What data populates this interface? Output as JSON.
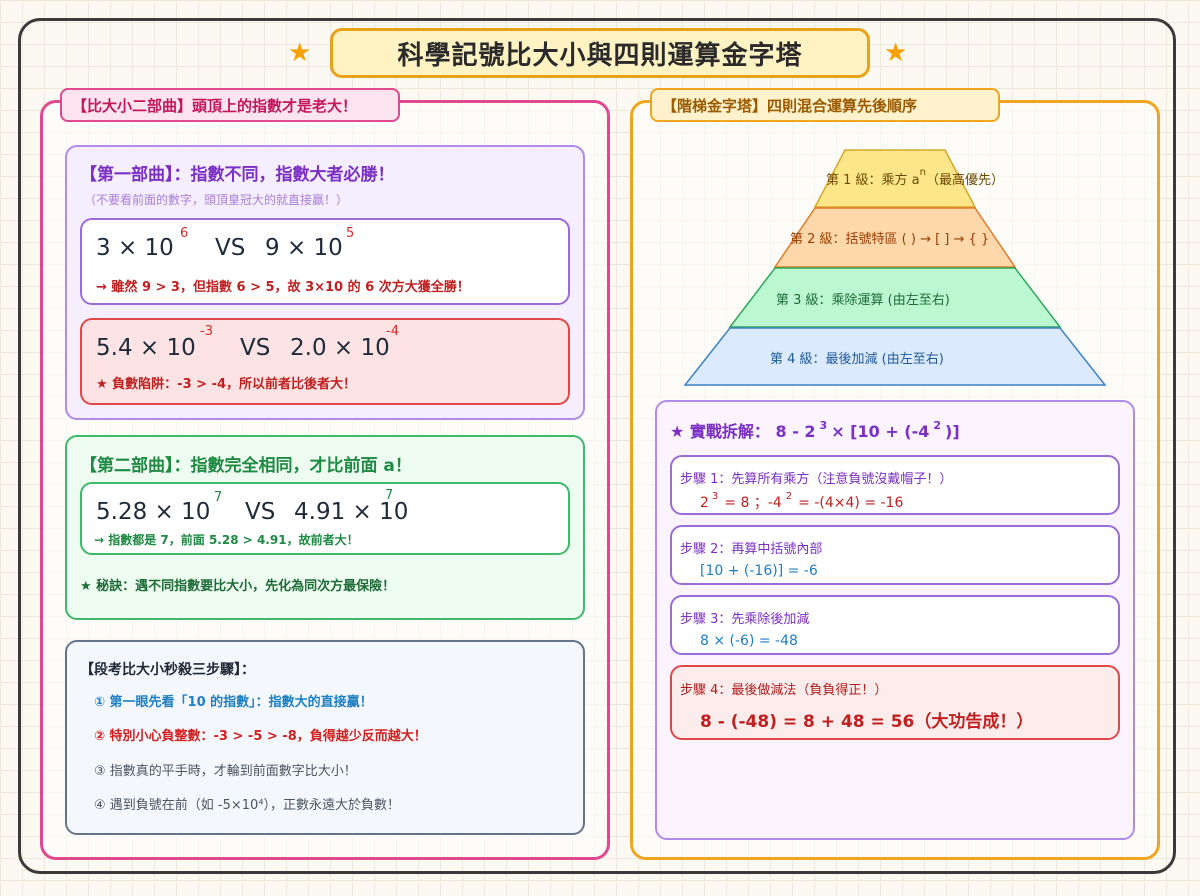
{
  "title": "科學記號比大小與四則運算金字塔",
  "left": {
    "tag": "【比大小二部曲】頭頂上的指數才是老大！",
    "part1": {
      "heading": "【第一部曲】：指數不同，指數大者必勝！",
      "note": "（不要看前面的數字，頭頂皇冠大的就直接贏！）",
      "ex1": {
        "a": "3 × 10",
        "a_exp": "6",
        "vs": "VS",
        "b": "9 × 10",
        "b_exp": "5",
        "explain": "→ 雖然 9 > 3，但指數 6 > 5，故 3×10 的 6 次方大獲全勝！"
      },
      "ex2": {
        "a": "5.4 × 10",
        "a_exp": "-3",
        "vs": "VS",
        "b": "2.0 × 10",
        "b_exp": "-4",
        "explain": "★ 負數陷阱：-3 > -4，所以前者比後者大！"
      }
    },
    "part2": {
      "heading": "【第二部曲】：指數完全相同，才比前面 a！",
      "ex": {
        "a": "5.28 × 10",
        "a_exp": "7",
        "vs": "VS",
        "b": "4.91 × 10",
        "b_exp": "7",
        "explain": "→ 指數都是 7，前面 5.28 > 4.91，故前者大！"
      },
      "tip": "★ 秘訣：遇不同指數要比大小，先化為同次方最保險！"
    },
    "steps": {
      "heading": "【段考比大小秒殺三步驟】：",
      "items": [
        "① 第一眼先看「10 的指數」：指數大的直接贏！",
        "② 特別小心負整數：-3 > -5 > -8，負得越少反而越大！",
        "③ 指數真的平手時，才輪到前面數字比大小！",
        "④ 遇到負號在前（如 -5×10⁴），正數永遠大於負數！"
      ]
    }
  },
  "right": {
    "tag": "【階梯金字塔】四則混合運算先後順序",
    "pyramid": [
      {
        "label": "第 1 級：乘方 a",
        "sup": "n",
        "suffix": "（最高優先）",
        "color": "#fde68a"
      },
      {
        "label": "第 2 級：括號特區 ( ) → [ ] → { }",
        "color": "#fed7aa"
      },
      {
        "label": "第 3 級：乘除運算 (由左至右)",
        "color": "#bbf7d0"
      },
      {
        "label": "第 4 級：最後加減 (由左至右)",
        "color": "#bfdbfe"
      }
    ],
    "practice": {
      "title_pre": "★ 實戰拆解：",
      "expr_a": "8 - 2",
      "expr_a_exp": "3",
      "expr_b": "× [10 + (-4",
      "expr_b_exp": "2",
      "expr_c": ")]",
      "steps": [
        {
          "title": "步驟 1：先算所有乘方（注意負號沒戴帽子！）",
          "calc_a": "2",
          "calc_a_exp": "3",
          "calc_b": "= 8 ；-4",
          "calc_b_exp": "2",
          "calc_c": "= -(4×4) = -16"
        },
        {
          "title": "步驟 2：再算中括號內部",
          "calc": "[10 + (-16)] = -6"
        },
        {
          "title": "步驟 3：先乘除後加減",
          "calc": "8 × (-6) = -48"
        },
        {
          "title": "步驟 4：最後做減法（負負得正！）",
          "calc": "8 - (-48) = 8 + 48 = 56（大功告成！）"
        }
      ]
    }
  }
}
